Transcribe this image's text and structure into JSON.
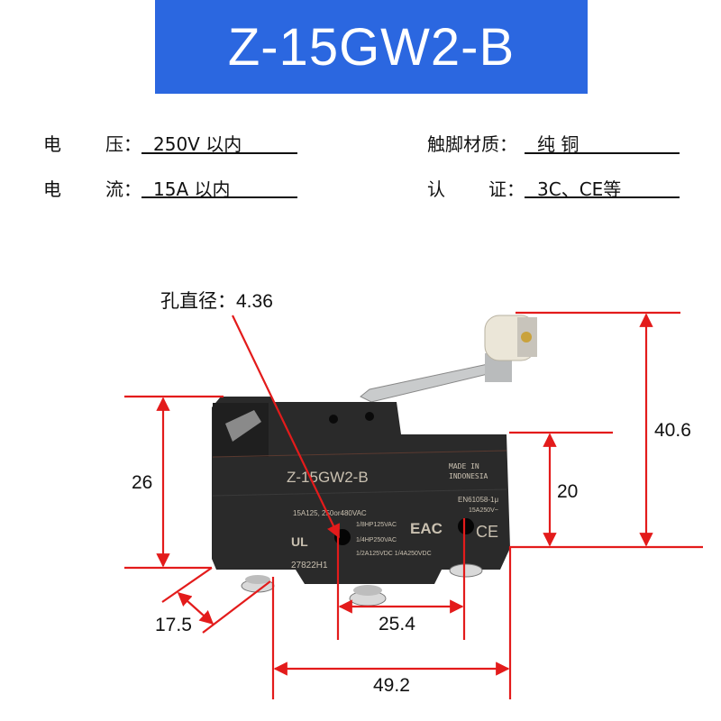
{
  "title": "Z-15GW2-B",
  "specs": {
    "voltage": {
      "label_a": "电",
      "label_b": "压：",
      "value": "250V 以内"
    },
    "current": {
      "label_a": "电",
      "label_b": "流：",
      "value": "15A 以内"
    },
    "material": {
      "label": "触脚材质：",
      "value": "纯 铜"
    },
    "cert": {
      "label_a": "认",
      "label_b": "证：",
      "value": "3C、CE等"
    }
  },
  "dimensions": {
    "hole_label": "孔直径：4.36",
    "height_body": "26",
    "height_total": "40.6",
    "height_right": "20",
    "depth": "17.5",
    "terminal_pitch": "25.4",
    "width": "49.2"
  },
  "product_markings": {
    "model": "Z-15GW2-B",
    "origin": [
      "MADE IN",
      "INDONESIA"
    ],
    "rating_1": "15A125, 250or480VAC",
    "hp": [
      "1/8HP125VAC",
      "1/4HP250VAC"
    ],
    "dc": "1/2A125VDC 1/4A250VDC",
    "std": [
      "EN61058-1μ",
      "15A250V~"
    ],
    "code": "27822H1"
  },
  "colors": {
    "banner": "#2b67e0",
    "dimension": "#e31b1b",
    "body": "#2a2a2a"
  }
}
